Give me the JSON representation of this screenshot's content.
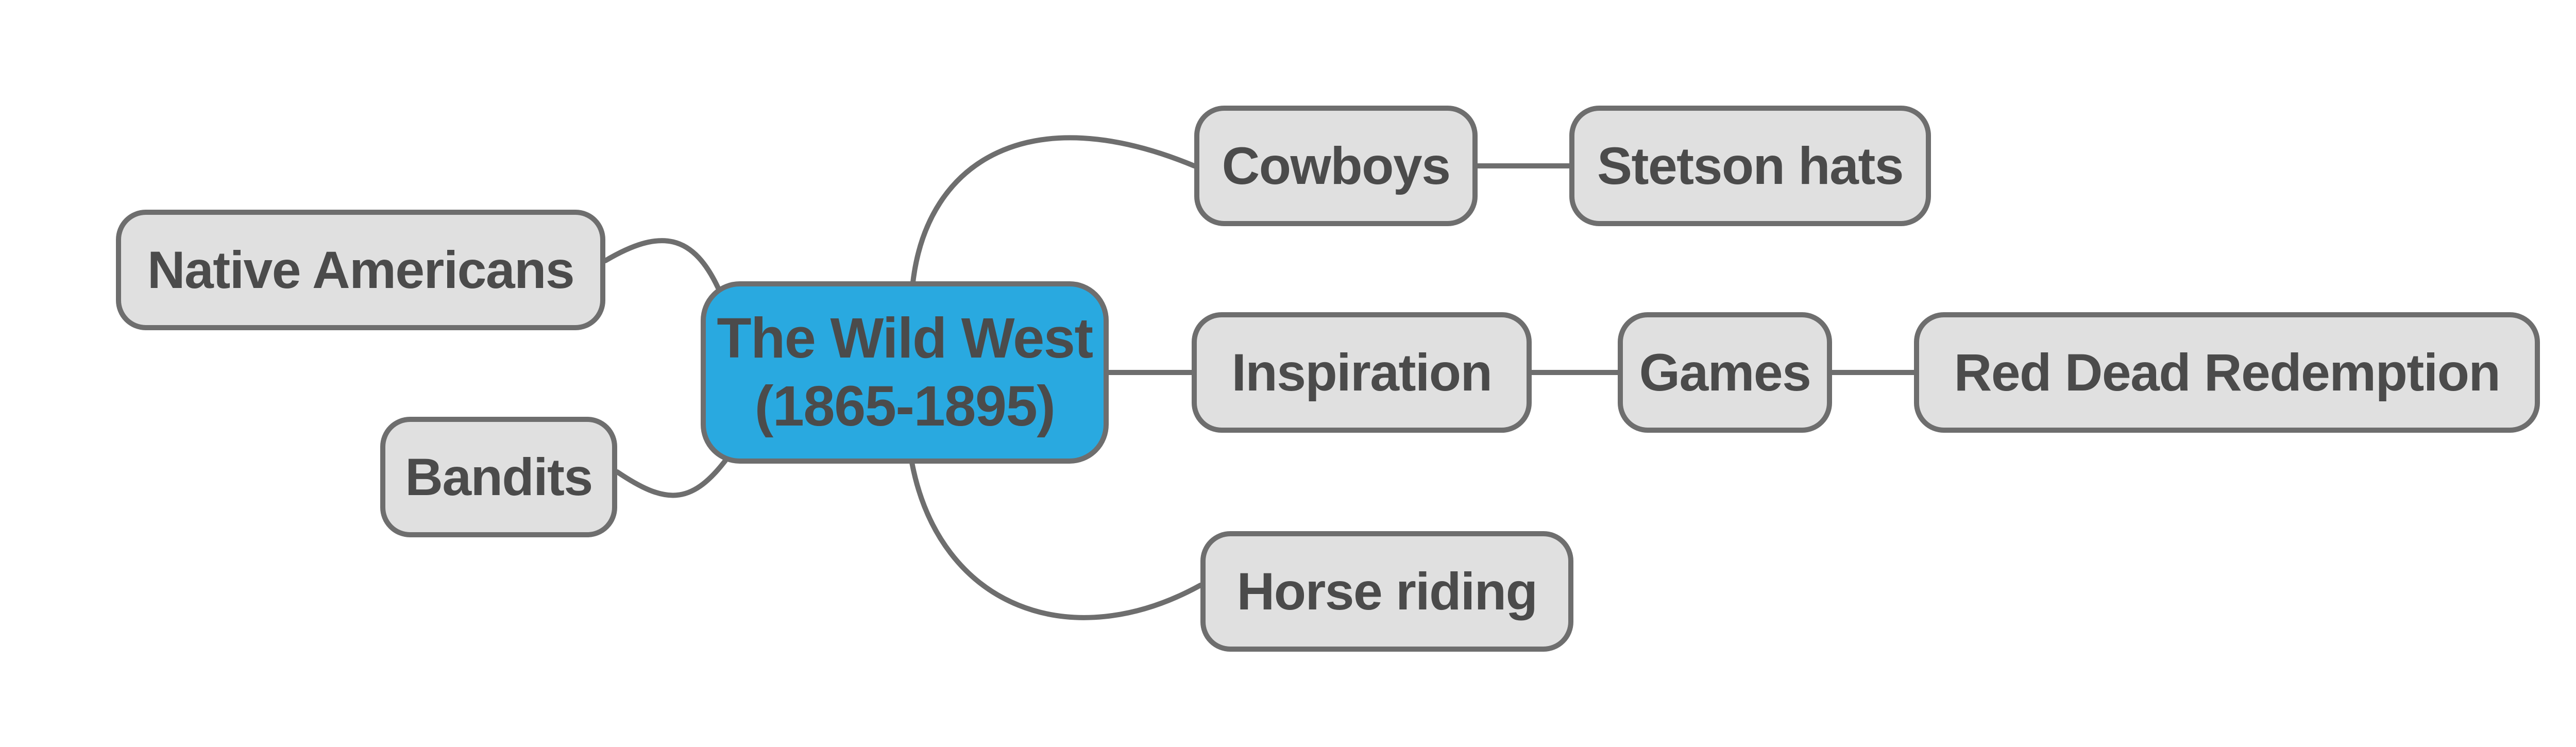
{
  "diagram_type": "mindmap",
  "theme": {
    "background": "#FFFFFF",
    "stroke": "#6E6E6E",
    "node_fill": "#E0E0E0",
    "root_fill": "#29A9E0",
    "text_color": "#4B4B4B"
  },
  "root": {
    "label": "The Wild West (1865-1895)",
    "lines": [
      "The Wild West",
      "(1865-1895)"
    ]
  },
  "nodes": {
    "native_americans": {
      "label": "Native Americans"
    },
    "bandits": {
      "label": "Bandits"
    },
    "cowboys": {
      "label": "Cowboys"
    },
    "stetson_hats": {
      "label": "Stetson hats"
    },
    "inspiration": {
      "label": "Inspiration"
    },
    "games": {
      "label": "Games"
    },
    "red_dead_redemption": {
      "label": "Red Dead Redemption"
    },
    "horse_riding": {
      "label": "Horse riding"
    }
  },
  "edges": [
    {
      "from": "Native Americans",
      "to": "The Wild West (1865-1895)"
    },
    {
      "from": "Bandits",
      "to": "The Wild West (1865-1895)"
    },
    {
      "from": "The Wild West (1865-1895)",
      "to": "Cowboys"
    },
    {
      "from": "The Wild West (1865-1895)",
      "to": "Inspiration"
    },
    {
      "from": "The Wild West (1865-1895)",
      "to": "Horse riding"
    },
    {
      "from": "Cowboys",
      "to": "Stetson hats"
    },
    {
      "from": "Inspiration",
      "to": "Games"
    },
    {
      "from": "Games",
      "to": "Red Dead Redemption"
    }
  ]
}
